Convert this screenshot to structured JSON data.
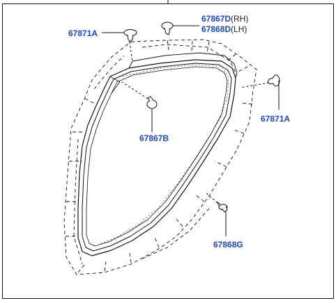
{
  "callouts": {
    "clip_a_left": "67871A",
    "clip_d": "67867D",
    "clip_d_suffix": "(RH)",
    "clip_lh": "67868D",
    "clip_lh_suffix": "(LH)",
    "clip_a_right": "67871A",
    "clip_b": "67867B",
    "clip_g": "67868G"
  },
  "colors": {
    "callout_text": "#1a46c8",
    "line": "#111111",
    "background": "#ffffff"
  }
}
